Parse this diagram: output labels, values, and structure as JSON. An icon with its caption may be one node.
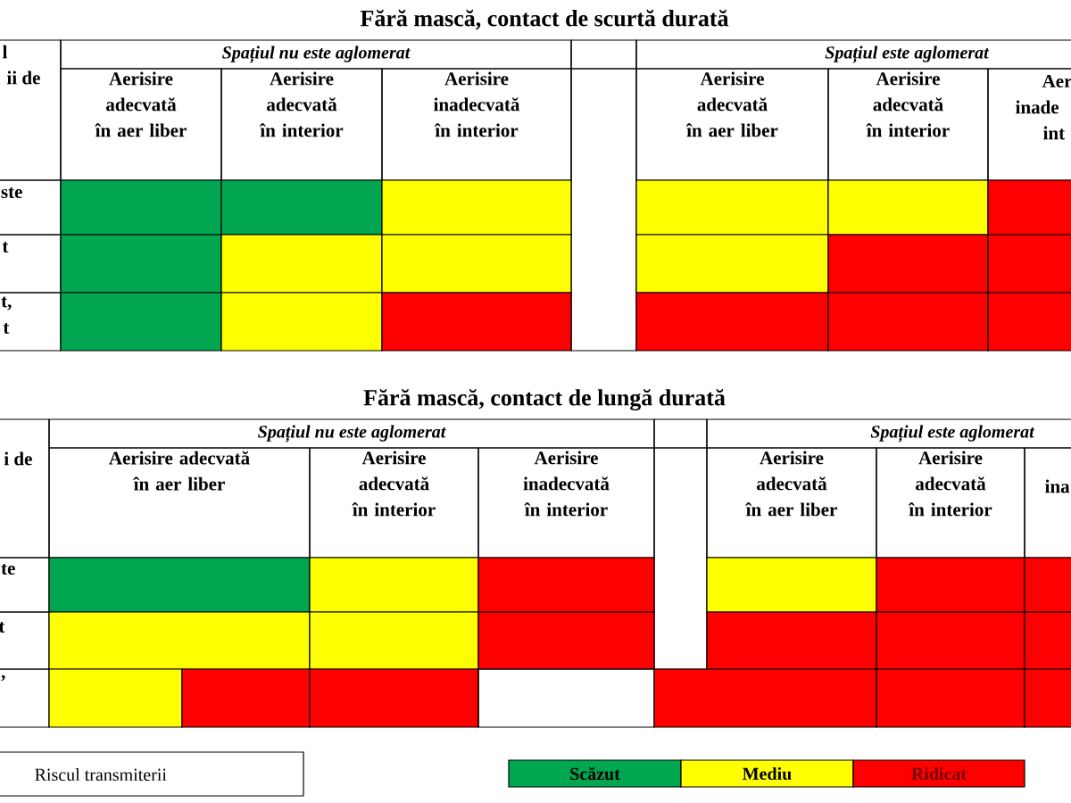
{
  "diagram": {
    "labels": [
      "Fără mască, contact de scurtă durată",
      "l",
      "ii de",
      "Spațiul nu este aglomerat",
      "Spațiul este aglomerat",
      "Aerisire adecvată în aer liber",
      "Aerisire adecvată în interior",
      "Aerisire inadecvată în interior",
      "Aerisire adecvată în aer liber",
      "Aerisire adecvată în interior",
      "Aer",
      "inade",
      "int",
      "ste",
      "t",
      "t,",
      "t",
      "Fără mască, contact de lungă durată",
      "i de",
      "Spațiul nu este aglomerat",
      "Spațiul este aglomerat",
      "Aerisire adecvată în aer liber",
      "Aerisire adecvată în interior",
      "Aerisire inadecvată în interior",
      "Aerisire adecvată în aer liber",
      "Aerisire adecvată în interior",
      "ina",
      "te",
      "t",
      ",",
      "Riscul transmiterii"
    ],
    "legend": [
      {
        "text": "Scăzut",
        "color": "#00a650"
      },
      {
        "text": "Mediu",
        "color": "#ffff00"
      },
      {
        "text": "Ridicat",
        "color": "#ff0000"
      }
    ]
  }
}
